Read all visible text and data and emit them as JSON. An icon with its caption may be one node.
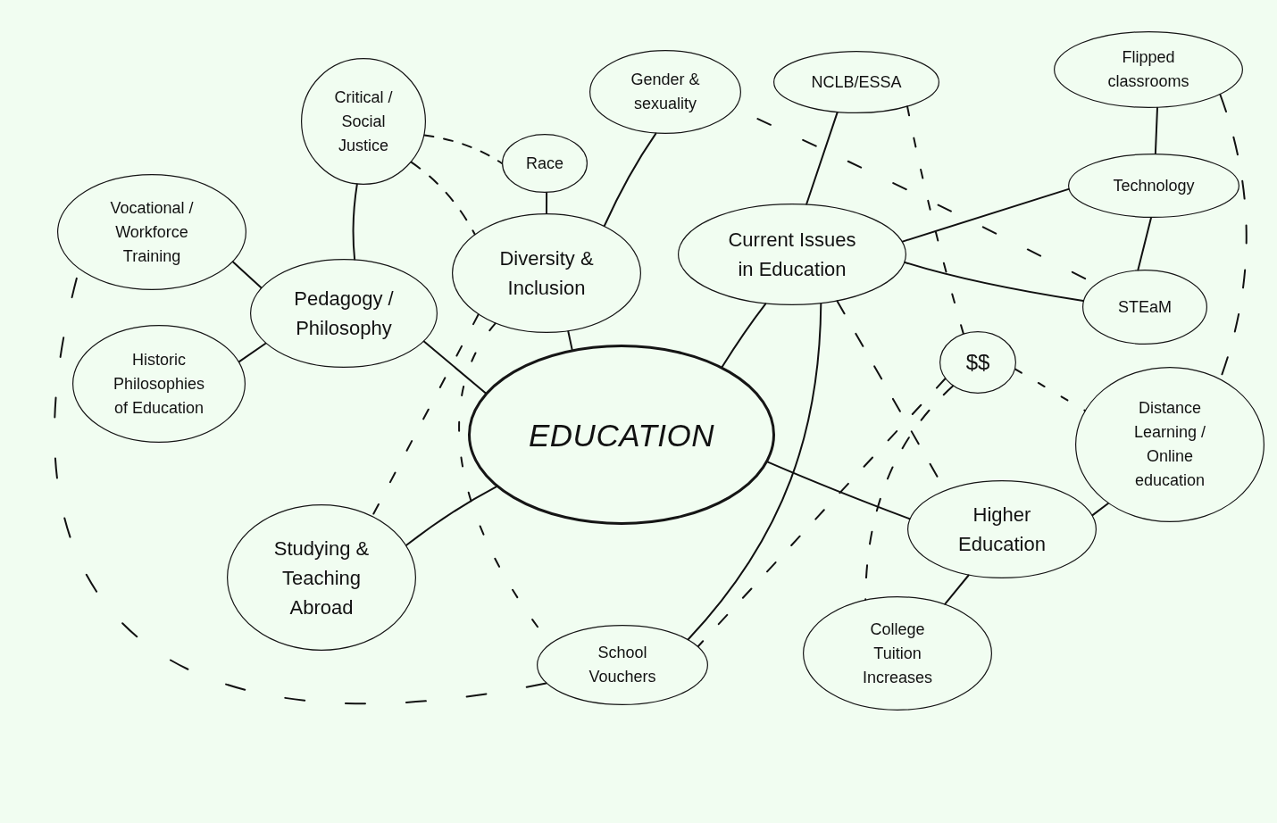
{
  "diagram": {
    "nodes": [
      {
        "text": [
          "EDUCATION"
        ]
      },
      {
        "text": [
          "Critical / Social Justice"
        ]
      },
      {
        "text": [
          "Race"
        ]
      },
      {
        "text": [
          "Gender & sexuality"
        ]
      },
      {
        "text": [
          "NCLB/ESSA"
        ]
      },
      {
        "text": [
          "Flipped classrooms"
        ]
      },
      {
        "text": [
          "Vocational / Workforce Training"
        ]
      },
      {
        "text": [
          "Pedagogy / Philosophy"
        ]
      },
      {
        "text": [
          "Diversity & Inclusion"
        ]
      },
      {
        "text": [
          "Current Issues in Education"
        ]
      },
      {
        "text": [
          "Technology"
        ]
      },
      {
        "text": [
          "STEaM"
        ]
      },
      {
        "text": [
          "Historic Philosophies of Education"
        ]
      },
      {
        "text": [
          "$$"
        ]
      },
      {
        "text": [
          "Distance Learning / Online education"
        ]
      },
      {
        "text": [
          "Studying & Teaching Abroad"
        ]
      },
      {
        "text": [
          "Higher Education"
        ]
      },
      {
        "text": [
          "School Vouchers"
        ]
      },
      {
        "text": [
          "College Tuition Increases"
        ]
      }
    ],
    "edges": [
      {
        "from": 0,
        "to": 7,
        "arrow": "none"
      },
      {
        "from": 0,
        "to": 8,
        "arrow": "none"
      },
      {
        "from": 0,
        "to": 9,
        "arrow": "none"
      },
      {
        "from": 0,
        "to": 15,
        "arrow": "none"
      },
      {
        "from": 0,
        "to": 16,
        "arrow": "none"
      },
      {
        "from": 7,
        "to": 1,
        "arrow": "none"
      },
      {
        "from": 7,
        "to": 6,
        "arrow": "none"
      },
      {
        "from": 7,
        "to": 12,
        "arrow": "none"
      },
      {
        "from": 8,
        "to": 2,
        "arrow": "none"
      },
      {
        "from": 8,
        "to": 3,
        "arrow": "none"
      },
      {
        "from": 9,
        "to": 4,
        "arrow": "none"
      },
      {
        "from": 9,
        "to": 10,
        "arrow": "none"
      },
      {
        "from": 9,
        "to": 11,
        "arrow": "none"
      },
      {
        "from": 10,
        "to": 5,
        "arrow": "none"
      },
      {
        "from": 10,
        "to": 11,
        "arrow": "none"
      },
      {
        "from": 9,
        "to": 17,
        "arrow": "none"
      },
      {
        "from": 16,
        "to": 14,
        "arrow": "none"
      },
      {
        "from": 16,
        "to": 18,
        "arrow": "none"
      },
      {
        "from": 1,
        "to": 2,
        "arrow": "none",
        "style": "dashed"
      },
      {
        "from": 1,
        "to": 8,
        "arrow": "none",
        "style": "dashed"
      },
      {
        "from": 3,
        "to": 11,
        "arrow": "none",
        "style": "dashed"
      },
      {
        "from": 4,
        "to": 13,
        "arrow": "none",
        "style": "dashed"
      },
      {
        "from": 13,
        "to": 14,
        "arrow": "none",
        "style": "dashed"
      },
      {
        "from": 13,
        "to": 17,
        "arrow": "none",
        "style": "dashed"
      },
      {
        "from": 13,
        "to": 18,
        "arrow": "none",
        "style": "dashed"
      },
      {
        "from": 9,
        "to": 16,
        "arrow": "none",
        "style": "dashed"
      },
      {
        "from": 5,
        "to": 14,
        "arrow": "none",
        "style": "dashed"
      },
      {
        "from": 8,
        "to": 15,
        "arrow": "none",
        "style": "dashed"
      },
      {
        "from": 8,
        "to": 17,
        "arrow": "none",
        "style": "dashed"
      },
      {
        "from": 17,
        "to": 6,
        "arrow": "none",
        "style": "dashed"
      }
    ]
  }
}
